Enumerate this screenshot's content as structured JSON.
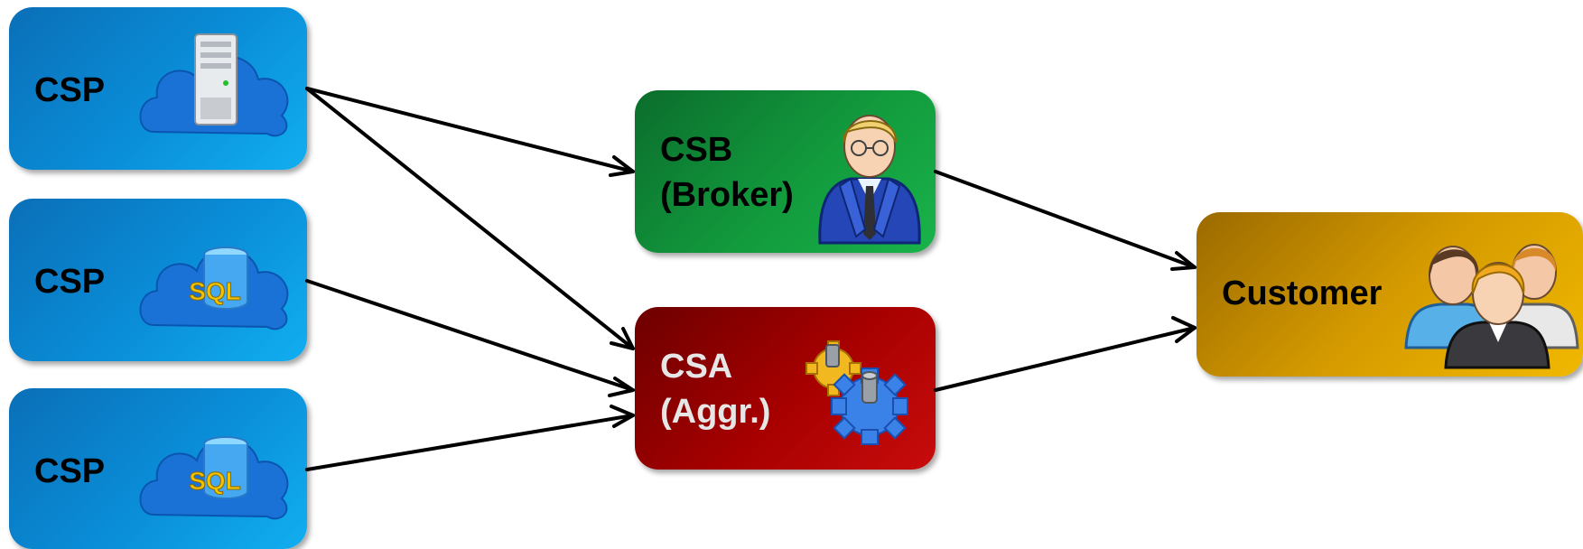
{
  "nodes": {
    "csp1": {
      "label": "CSP",
      "icon": "cloud-server-icon"
    },
    "csp2": {
      "label": "CSP",
      "icon": "cloud-sql-icon",
      "badge": "SQL"
    },
    "csp3": {
      "label": "CSP",
      "icon": "cloud-sql-icon",
      "badge": "SQL"
    },
    "csb": {
      "label_line1": "CSB",
      "label_line2": "(Broker)",
      "icon": "businessman-icon"
    },
    "csa": {
      "label_line1": "CSA",
      "label_line2": "(Aggr.)",
      "icon": "gears-icon"
    },
    "customer": {
      "label": "Customer",
      "icon": "users-group-icon"
    }
  },
  "edges": [
    {
      "from": "csp1",
      "to": "csb"
    },
    {
      "from": "csp1",
      "to": "csa"
    },
    {
      "from": "csp2",
      "to": "csa"
    },
    {
      "from": "csp3",
      "to": "csa"
    },
    {
      "from": "csb",
      "to": "customer"
    },
    {
      "from": "csa",
      "to": "customer"
    }
  ],
  "colors": {
    "csp": "#0a8ed8",
    "csb": "#129a3d",
    "csa": "#a80000",
    "customer": "#d49a00",
    "edge": "#000000"
  }
}
